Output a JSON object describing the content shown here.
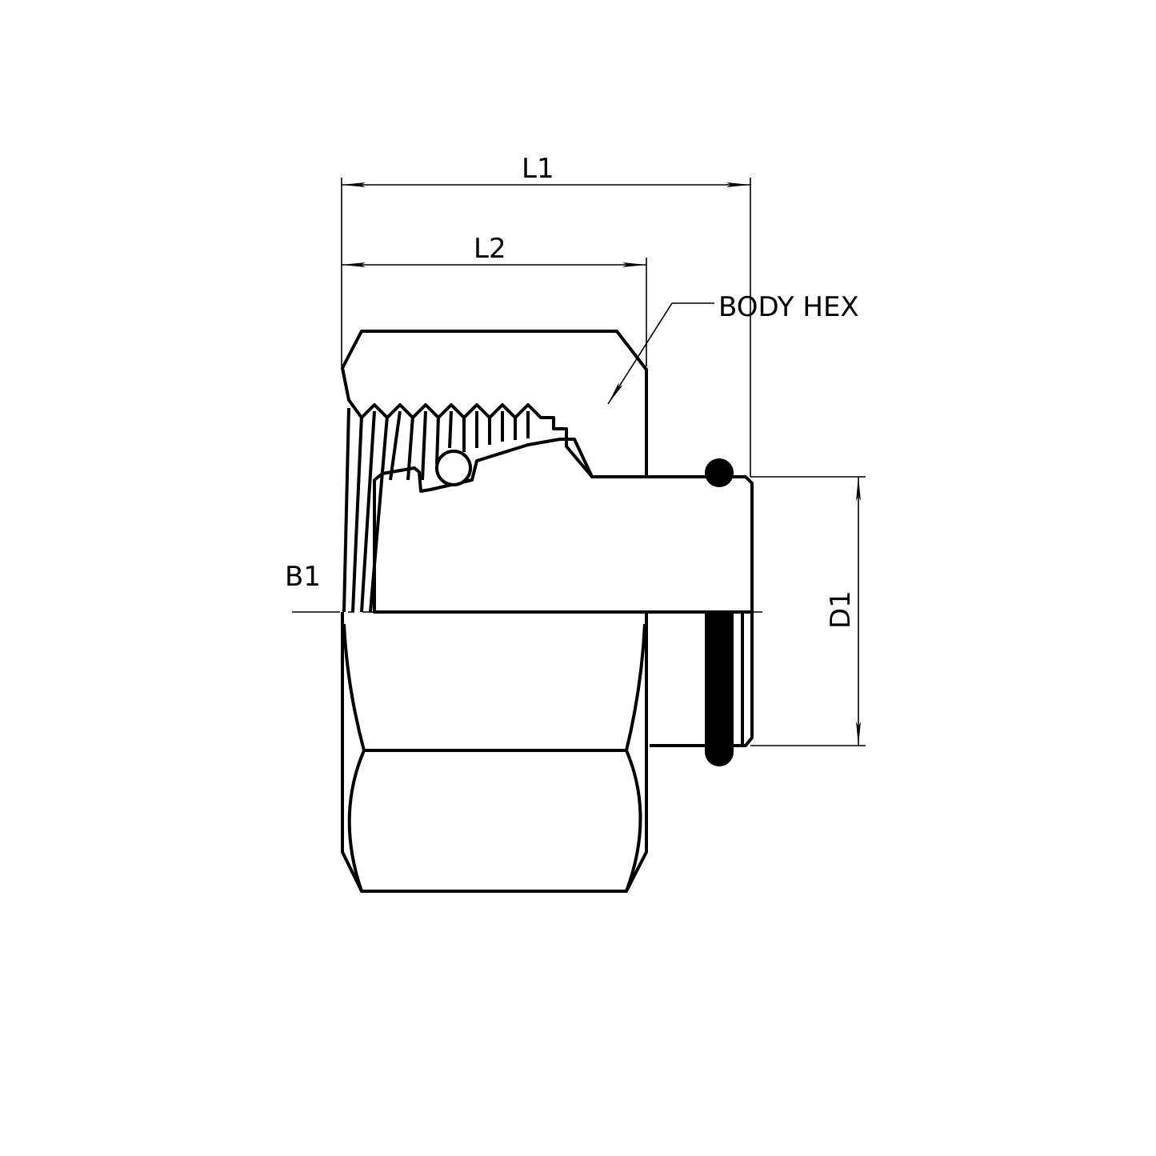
{
  "diagram": {
    "title": "Hydraulic fitting cross-section",
    "labels": {
      "l1": "L1",
      "l2": "L2",
      "body_hex": "BODY HEX",
      "b1": "B1",
      "d1": "D1"
    },
    "colors": {
      "line": "#000000",
      "background": "#ffffff"
    }
  }
}
